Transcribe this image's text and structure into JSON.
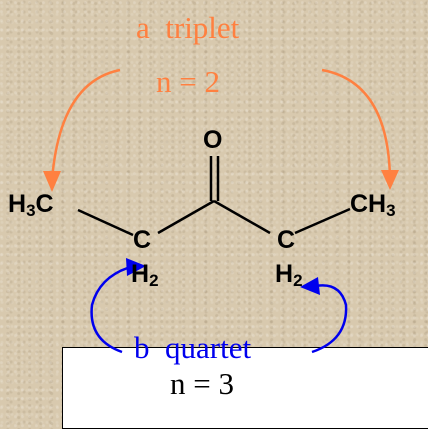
{
  "triplet": {
    "label": "a  triplet",
    "n": "n = 2",
    "color": "#ff8040"
  },
  "quartet": {
    "label": "b  quartet",
    "n": "n = 3",
    "color": "#0000ee"
  },
  "atoms": {
    "oxygen": "O",
    "left_methyl": {
      "main": "H",
      "sub": "3",
      "tail": "C"
    },
    "right_methyl": {
      "main": "CH",
      "sub": "3"
    },
    "left_carbon": "C",
    "right_carbon": "C",
    "left_h2": {
      "main": "H",
      "sub": "2"
    },
    "right_h2": {
      "main": "H",
      "sub": "2"
    }
  }
}
